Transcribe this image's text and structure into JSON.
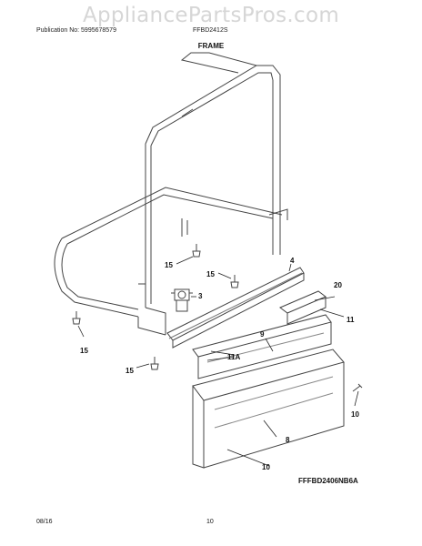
{
  "watermark": "AppliancePartsPros.com",
  "header": {
    "publication": "Publication No: 5995678579",
    "model": "FFBD2412S"
  },
  "section_title": "FRAME",
  "callouts": {
    "c15a": "15",
    "c15b": "15",
    "c15c": "15",
    "c15d": "15",
    "c4": "4",
    "c3": "3",
    "c20": "20",
    "c9": "9",
    "c11": "11",
    "c11a": "11A",
    "c10a": "10",
    "c10b": "10",
    "c8": "8"
  },
  "diagram_ref": "FFFBD2406NB6A",
  "footer": {
    "date": "08/16",
    "page": "10"
  }
}
